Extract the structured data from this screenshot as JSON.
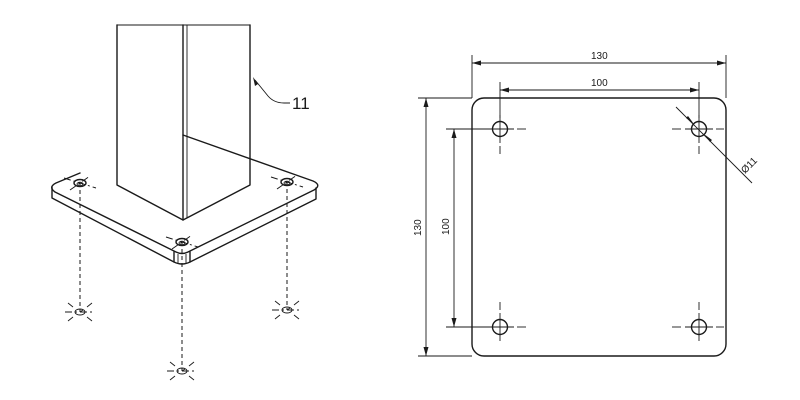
{
  "isometric_view": {
    "callout_label": "11"
  },
  "plan_view": {
    "overall_width": "130",
    "hole_spacing_horizontal": "100",
    "overall_height": "130",
    "hole_spacing_vertical": "100",
    "hole_diameter": "Ø11"
  }
}
